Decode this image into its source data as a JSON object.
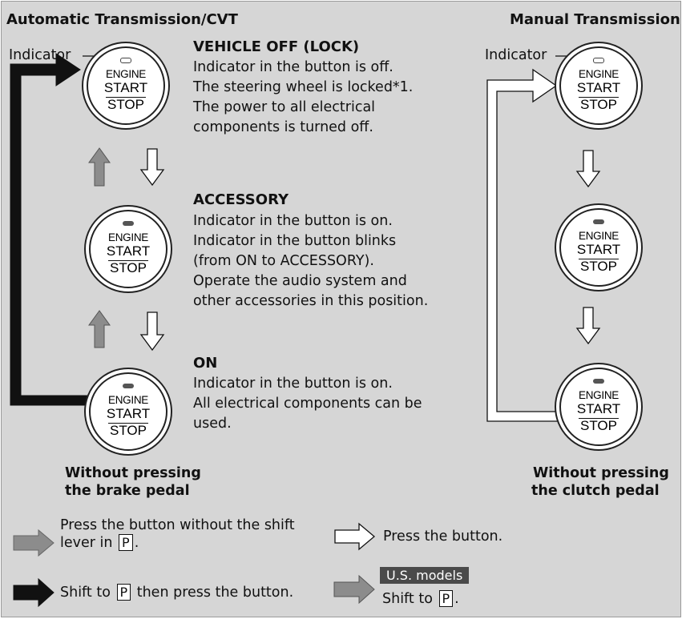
{
  "headers": {
    "left": "Automatic Transmission/CVT",
    "right": "Manual Transmission"
  },
  "indicator_label": "Indicator",
  "button_text": {
    "line1": "ENGINE",
    "line2": "START",
    "line3": "STOP"
  },
  "states": {
    "off": {
      "title": "VEHICLE OFF (LOCK)",
      "lines": [
        "Indicator in the button is off.",
        "The steering wheel is locked*1.",
        "The power to all electrical",
        "components is turned off."
      ]
    },
    "accessory": {
      "title": "ACCESSORY",
      "lines": [
        "Indicator in the button is on.",
        "Indicator in the button blinks",
        "(from ON to ACCESSORY).",
        "Operate the audio system and",
        "other accessories in this position."
      ]
    },
    "on": {
      "title": "ON",
      "lines": [
        "Indicator in the button is on.",
        "All electrical components can be",
        "used."
      ]
    }
  },
  "captions": {
    "left": [
      "Without pressing",
      "the brake pedal"
    ],
    "right": [
      "Without pressing",
      "the clutch pedal"
    ]
  },
  "legend": {
    "gray_line1": "Press the button without the shift",
    "gray_line2_pre": "lever in",
    "gray_key": "P",
    "gray_line2_post": ".",
    "white": "Press the button.",
    "black_pre": "Shift to",
    "black_key": "P",
    "black_post": "then press the button.",
    "us_badge": "U.S. models",
    "us_pre": "Shift to",
    "us_key": "P",
    "us_post": "."
  },
  "colors": {
    "panel_bg": "#d6d6d6",
    "gray_arrow": "#8c8c8c",
    "black_arrow": "#111111",
    "white_arrow": "#ffffff",
    "badge_bg": "#4a4a4a"
  },
  "icons": {
    "gray": "gray-arrow-icon",
    "white": "white-arrow-icon",
    "black": "black-arrow-icon"
  }
}
